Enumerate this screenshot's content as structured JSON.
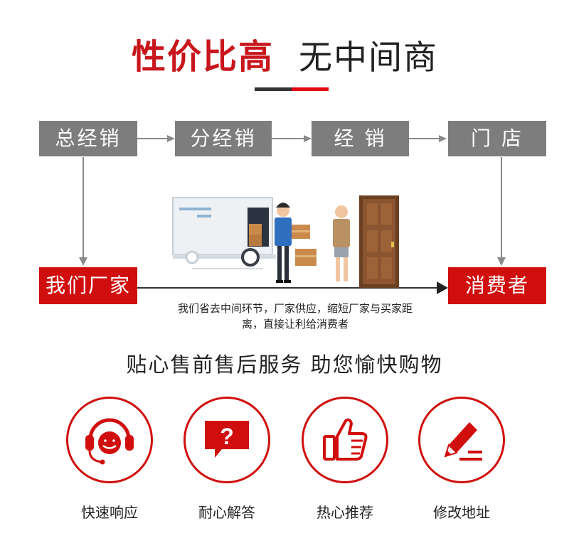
{
  "title": {
    "highlight": "性价比高",
    "rest": "无中间商"
  },
  "chain": {
    "steps": [
      "总经销",
      "分经销",
      "经 销",
      "门 店"
    ],
    "factory": "我们厂家",
    "consumer": "消费者"
  },
  "caption": {
    "line1": "我们省去中间环节，厂家供应，缩短厂家与买家距",
    "line2": "离，直接让利给消费者"
  },
  "subtitle": "贴心售前售后服务 助您愉快购物",
  "services": [
    {
      "label": "快速响应",
      "icon": "headset-icon"
    },
    {
      "label": "耐心解答",
      "icon": "question-bubble-icon"
    },
    {
      "label": "热心推荐",
      "icon": "thumbs-up-icon"
    },
    {
      "label": "修改地址",
      "icon": "pencil-icon"
    }
  ],
  "colors": {
    "accent": "#d10e0e",
    "gray": "#7d7d7d",
    "text": "#222222"
  }
}
